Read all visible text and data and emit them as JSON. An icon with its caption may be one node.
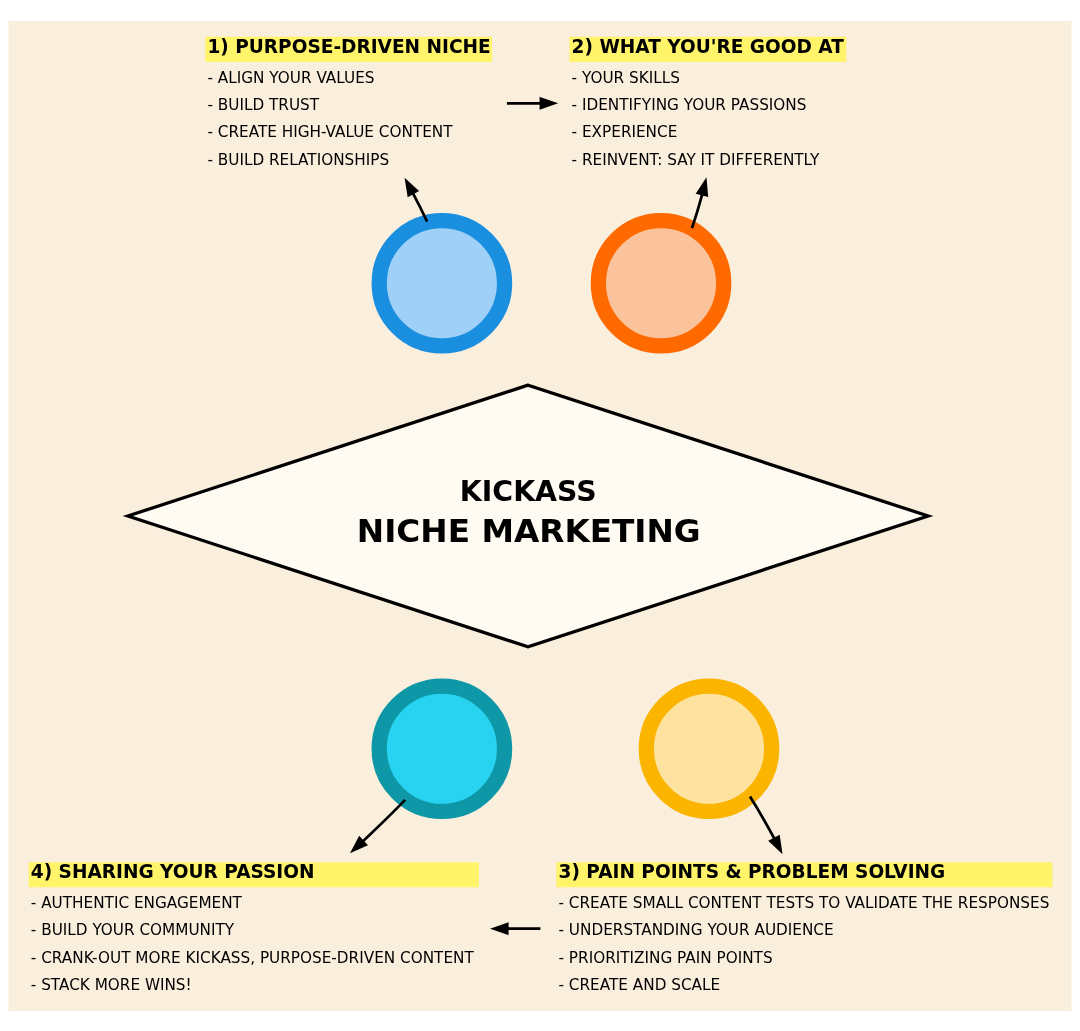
{
  "diagram": {
    "nodes": [
      {
        "text": [
          "1) PURPOSE-DRIVEN NICHE",
          "- ALIGN YOUR VALUES",
          "- BUILD TRUST",
          "- CREATE HIGH-VALUE CONTENT",
          "- BUILD RELATIONSHIPS"
        ]
      },
      {
        "text": [
          "2) WHAT YOU'RE GOOD AT",
          "- YOUR SKILLS",
          "- IDENTIFYING YOUR PASSIONS",
          "- EXPERIENCE",
          "- REINVENT: SAY IT DIFFERENTLY"
        ]
      },
      {
        "text": [],
        "shape": "circle"
      },
      {
        "text": [],
        "shape": "circle"
      },
      {
        "text": [
          "KICKASS",
          "NICHE MARKETING"
        ]
      },
      {
        "text": [],
        "shape": "circle"
      },
      {
        "text": [],
        "shape": "circle"
      },
      {
        "text": [
          "4) SHARING YOUR PASSION",
          "- AUTHENTIC ENGAGEMENT",
          "- BUILD YOUR COMMUNITY",
          "- CRANK-OUT MORE KICKASS, PURPOSE-DRIVEN CONTENT",
          "- STACK MORE WINS!"
        ]
      },
      {
        "text": [
          "3) PAIN POINTS & PROBLEM SOLVING",
          "- CREATE SMALL CONTENT TESTS TO VALIDATE THE RESPONSES",
          "- UNDERSTANDING YOUR AUDIENCE",
          "- PRIORITIZING PAIN POINTS",
          "- CREATE AND SCALE"
        ]
      }
    ],
    "edges": [
      {
        "from": 2,
        "to": 0,
        "arrow": "to"
      },
      {
        "from": 0,
        "to": 1,
        "arrow": "to"
      },
      {
        "from": 3,
        "to": 1,
        "arrow": "to"
      },
      {
        "from": 6,
        "to": 8,
        "arrow": "to"
      },
      {
        "from": 8,
        "to": 7,
        "arrow": "to"
      },
      {
        "from": 5,
        "to": 7,
        "arrow": "to"
      }
    ]
  }
}
